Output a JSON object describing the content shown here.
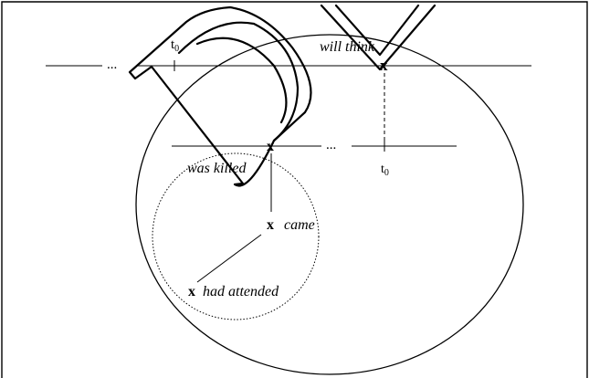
{
  "labels": {
    "dots_top": "...",
    "t0_top": "t",
    "t0_top_sub": "0",
    "will_think": "will think",
    "x_top": "x",
    "x_mid": "x",
    "was_killed": "was killed",
    "dots_mid": "...",
    "t0_mid": "t",
    "t0_mid_sub": "0",
    "x_came": "x",
    "came": "came",
    "x_had": "x",
    "had_attended": "had attended"
  },
  "colors": {
    "ink": "#000000",
    "background": "#ffffff"
  }
}
